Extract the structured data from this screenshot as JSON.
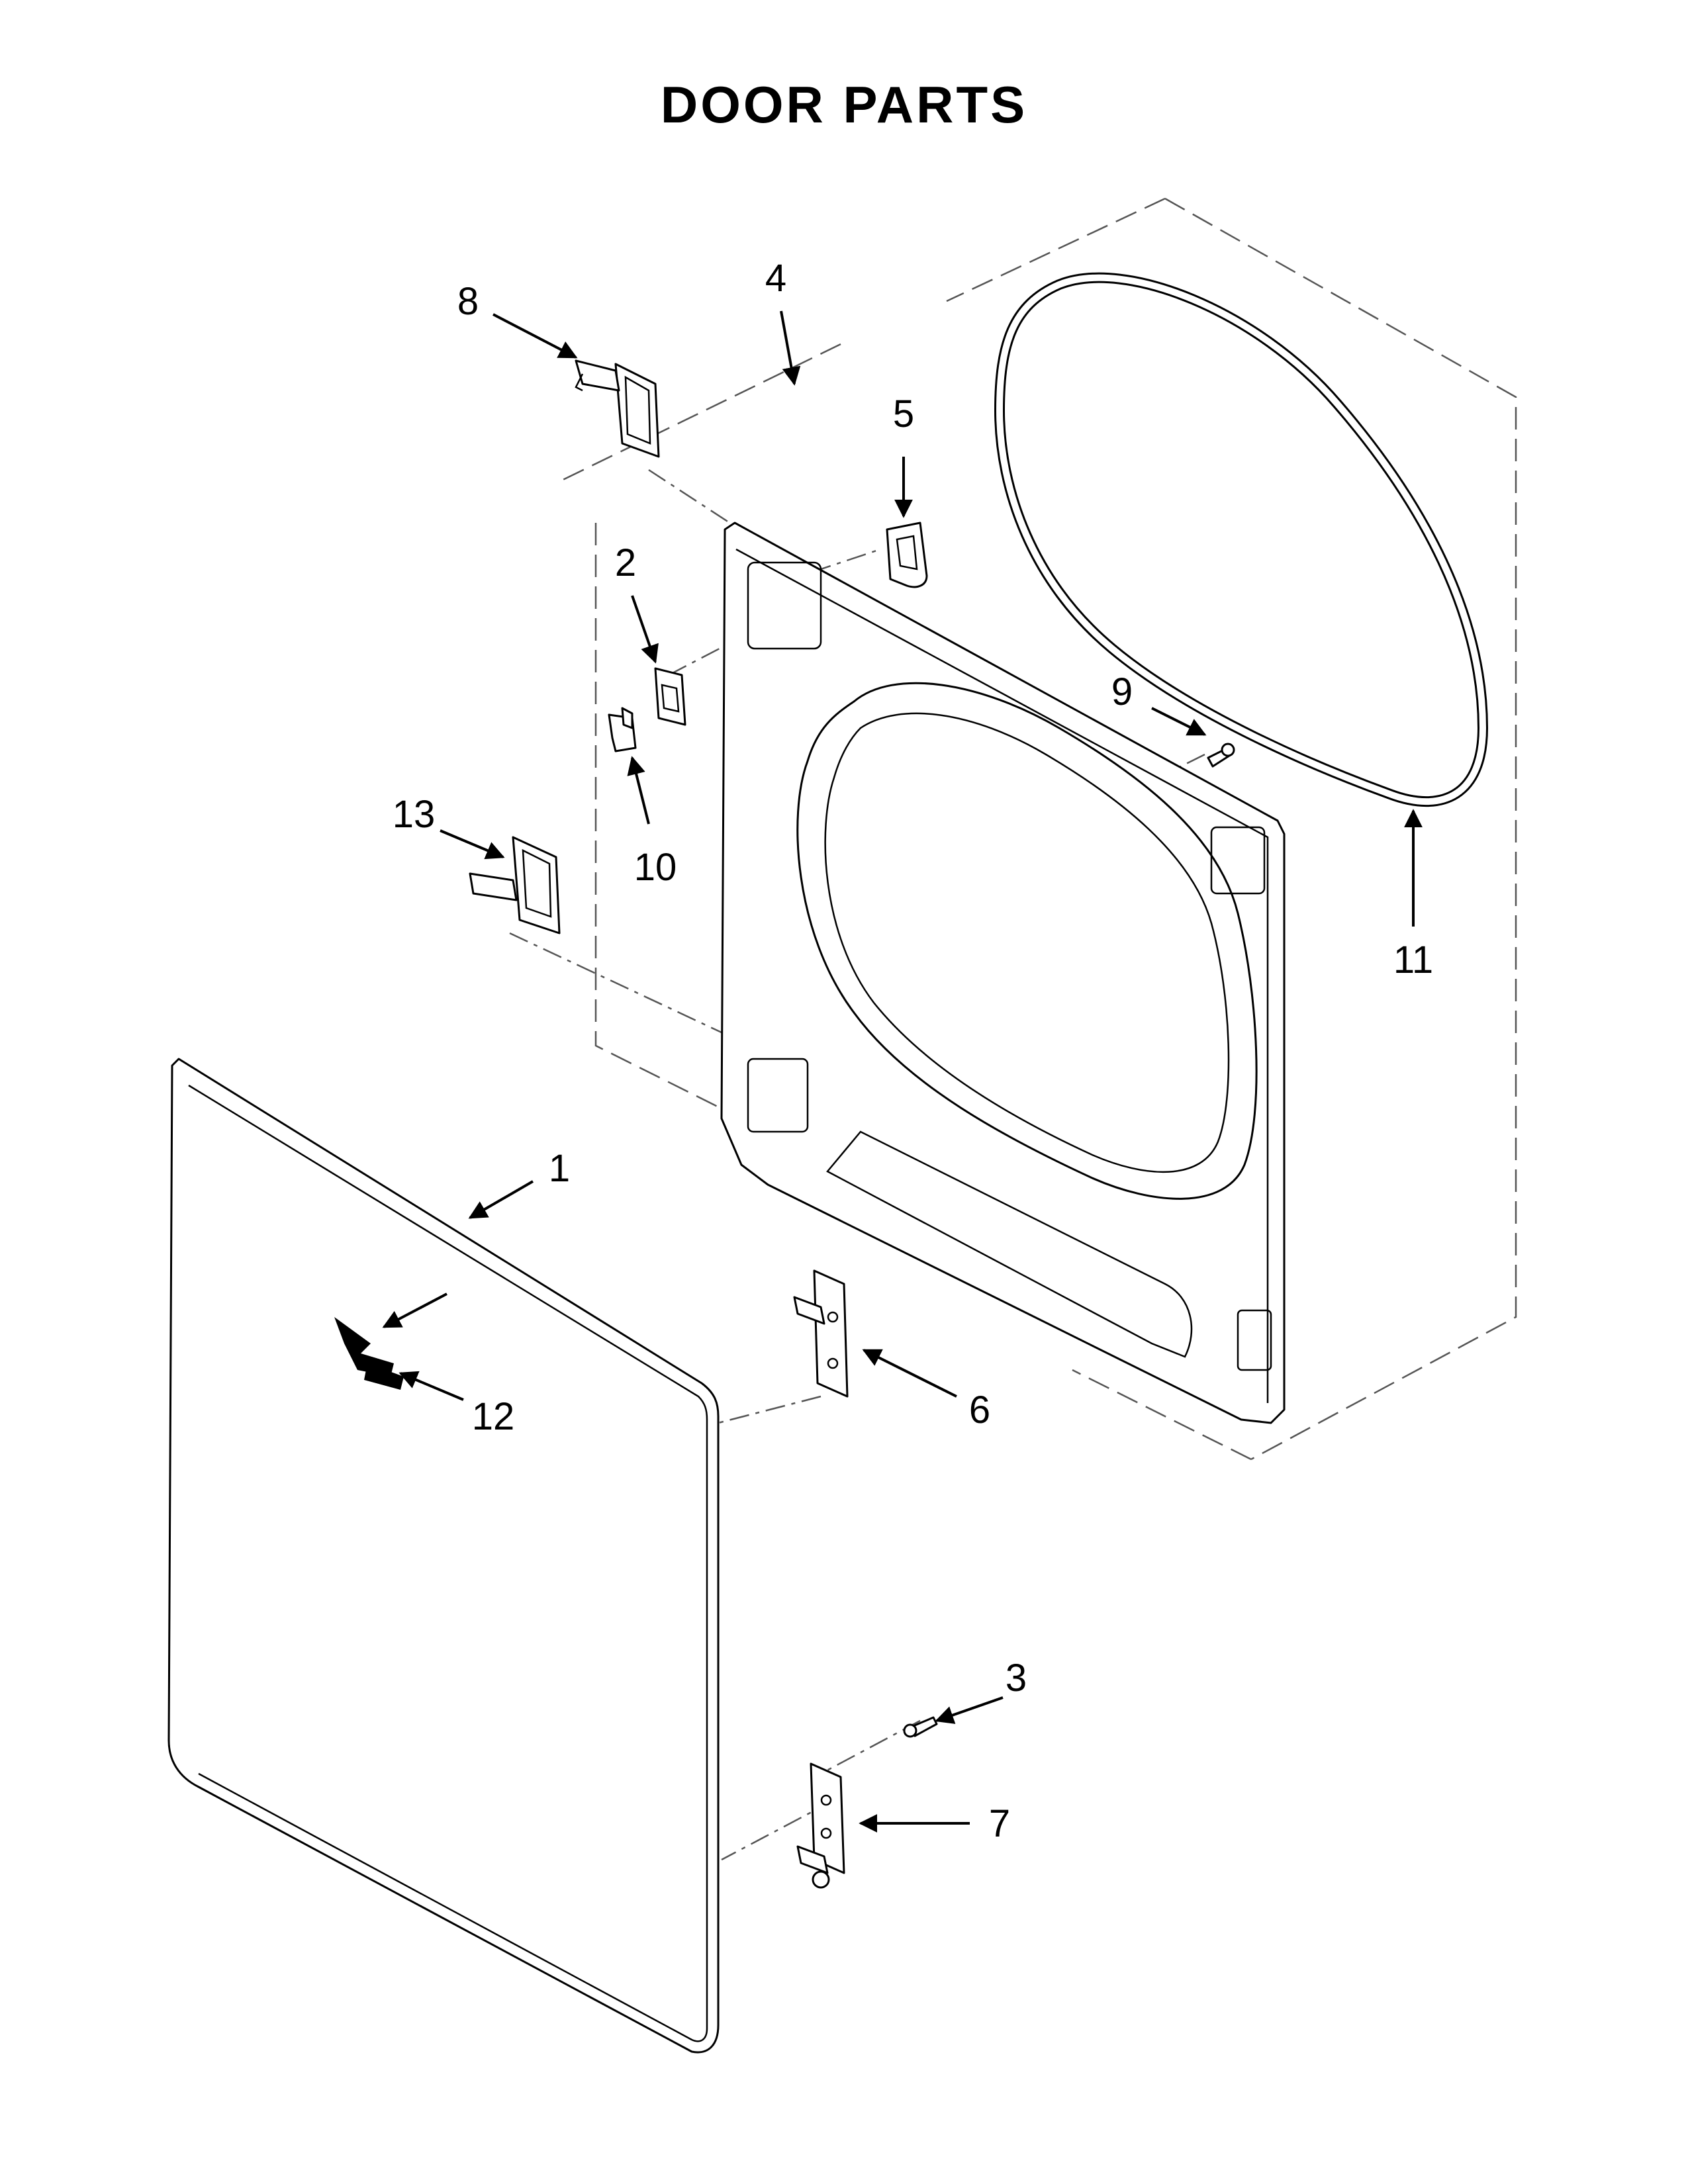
{
  "title": "DOOR PARTS",
  "callouts": {
    "c1": "1",
    "c2": "2",
    "c3": "3",
    "c4": "4",
    "c5": "5",
    "c6": "6",
    "c7": "7",
    "c8": "8",
    "c9": "9",
    "c10": "10",
    "c11": "11",
    "c12": "12",
    "c13": "13"
  }
}
